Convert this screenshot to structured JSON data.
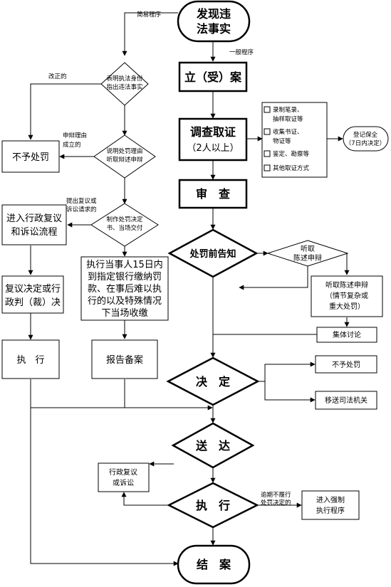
{
  "flow": {
    "start_line1": "发现违",
    "start_line2": "法事实",
    "simple_label": "简易程序",
    "general_label": "一般程序",
    "d1_line1": "表明执法身份",
    "d1_line2": "指出违法事实",
    "corrected_label": "改正的",
    "d2_line1": "说明处罚理由",
    "d2_line2": "听取辩述申辩",
    "grounds_line1": "申辩理由",
    "grounds_line2": "成立的",
    "no_penalty_left": "不予处罚",
    "d3_line1": "制作处罚决定",
    "d3_line2": "书、当场交付",
    "appeal_note_line1": "提出复议或",
    "appeal_note_line2": "诉讼请求的",
    "review_line1": "进入行政复议",
    "review_line2": "和诉讼流程",
    "pay_lines": [
      "执行当事人15日内",
      "到指定银行缴纳罚",
      "款、在事后难以执",
      "行的以及特殊情况",
      "下当场收缴"
    ],
    "review_decision_line1": "复议决定或行",
    "review_decision_line2": "政判（裁）决",
    "execute_left": "执　行",
    "report_filing": "报告备案",
    "register": "立（受）案",
    "investigate_line1": "调查取证",
    "investigate_line2": "（2人以上）",
    "evidence_items": [
      {
        "line1": "录制笔录、",
        "line2": "抽样取证等"
      },
      {
        "line1": "收集书证、",
        "line2": "物证等"
      },
      {
        "line1": "鉴定、勘察等",
        "line2": ""
      },
      {
        "line1": "其他取证方式",
        "line2": ""
      }
    ],
    "preserve_line1": "登记保全",
    "preserve_line2": "（7日内决定）",
    "review": "审　查",
    "notify": "处罚前告知",
    "hear_line1": "听取",
    "hear_line2": "陈述申辩",
    "hearing_lines": [
      "听取陈述申辩",
      "（情节复杂或",
      "重大处罚）"
    ],
    "collective": "集体讨论",
    "decide": "决　定",
    "no_penalty_right": "不予处罚",
    "transfer": "移送司法机关",
    "deliver": "送　达",
    "admin_review_line1": "行政复议",
    "admin_review_line2": "或诉讼",
    "execute": "执　行",
    "refuse_line1": "逾期不履行",
    "refuse_line2": "处罚决定的",
    "enforce_line1": "进入强制",
    "enforce_line2": "执行程序",
    "close": "结　案"
  }
}
